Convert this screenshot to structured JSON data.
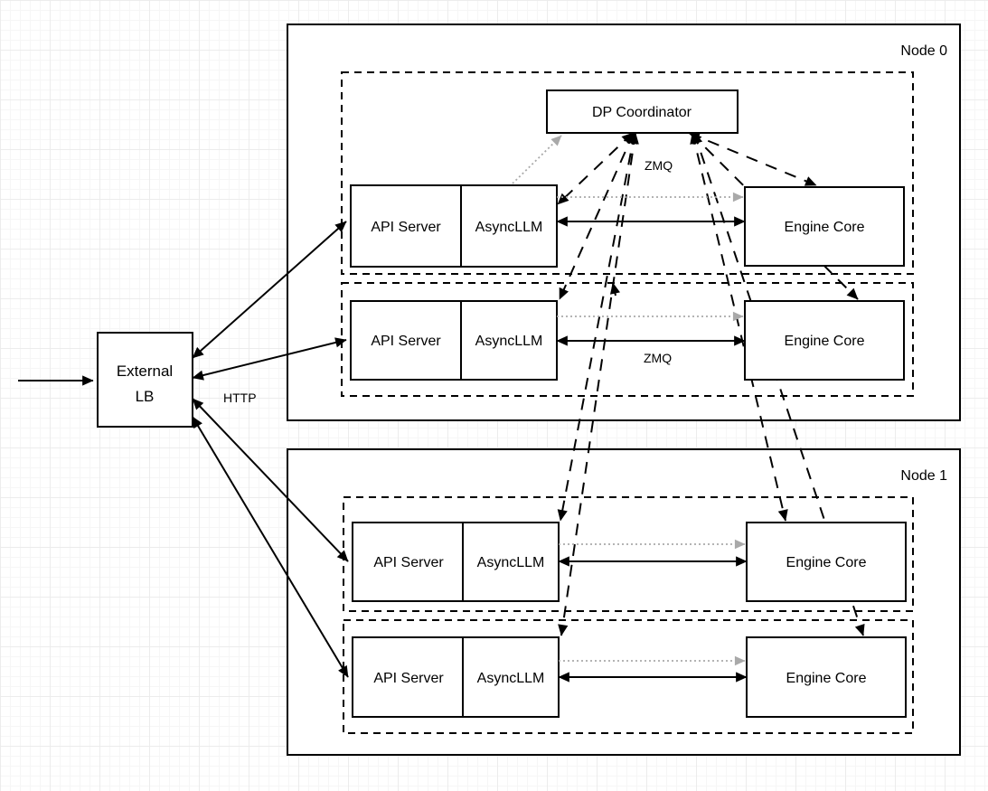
{
  "diagram": {
    "kind": "architecture-diagram",
    "external_lb": {
      "label_lines": [
        "External",
        "LB"
      ]
    },
    "nodes": [
      {
        "title": "Node 0",
        "coordinator": "DP Coordinator",
        "rows": [
          {
            "api": "API Server",
            "async": "AsyncLLM",
            "engine": "Engine Core"
          },
          {
            "api": "API Server",
            "async": "AsyncLLM",
            "engine": "Engine Core"
          }
        ]
      },
      {
        "title": "Node 1",
        "rows": [
          {
            "api": "API Server",
            "async": "AsyncLLM",
            "engine": "Engine Core"
          },
          {
            "api": "API Server",
            "async": "AsyncLLM",
            "engine": "Engine Core"
          }
        ]
      }
    ],
    "edge_labels": {
      "http": "HTTP",
      "zmq_coordinator": "ZMQ",
      "zmq_engine": "ZMQ"
    },
    "colors": {
      "stroke": "#000000",
      "fill": "#ffffff",
      "dotted_edge": "#a9a9a9",
      "grid_minor": "#f6f6f6",
      "grid_major": "#ececec"
    },
    "edge_styles": {
      "solid": "request/response paths (HTTP from LB, ZMQ AsyncLLM-EngineCore)",
      "dashed": "DP Coordinator ZMQ links to AsyncLLMs and Engine Cores",
      "dotted": "gray startup/handshake links from AsyncLLM"
    }
  }
}
